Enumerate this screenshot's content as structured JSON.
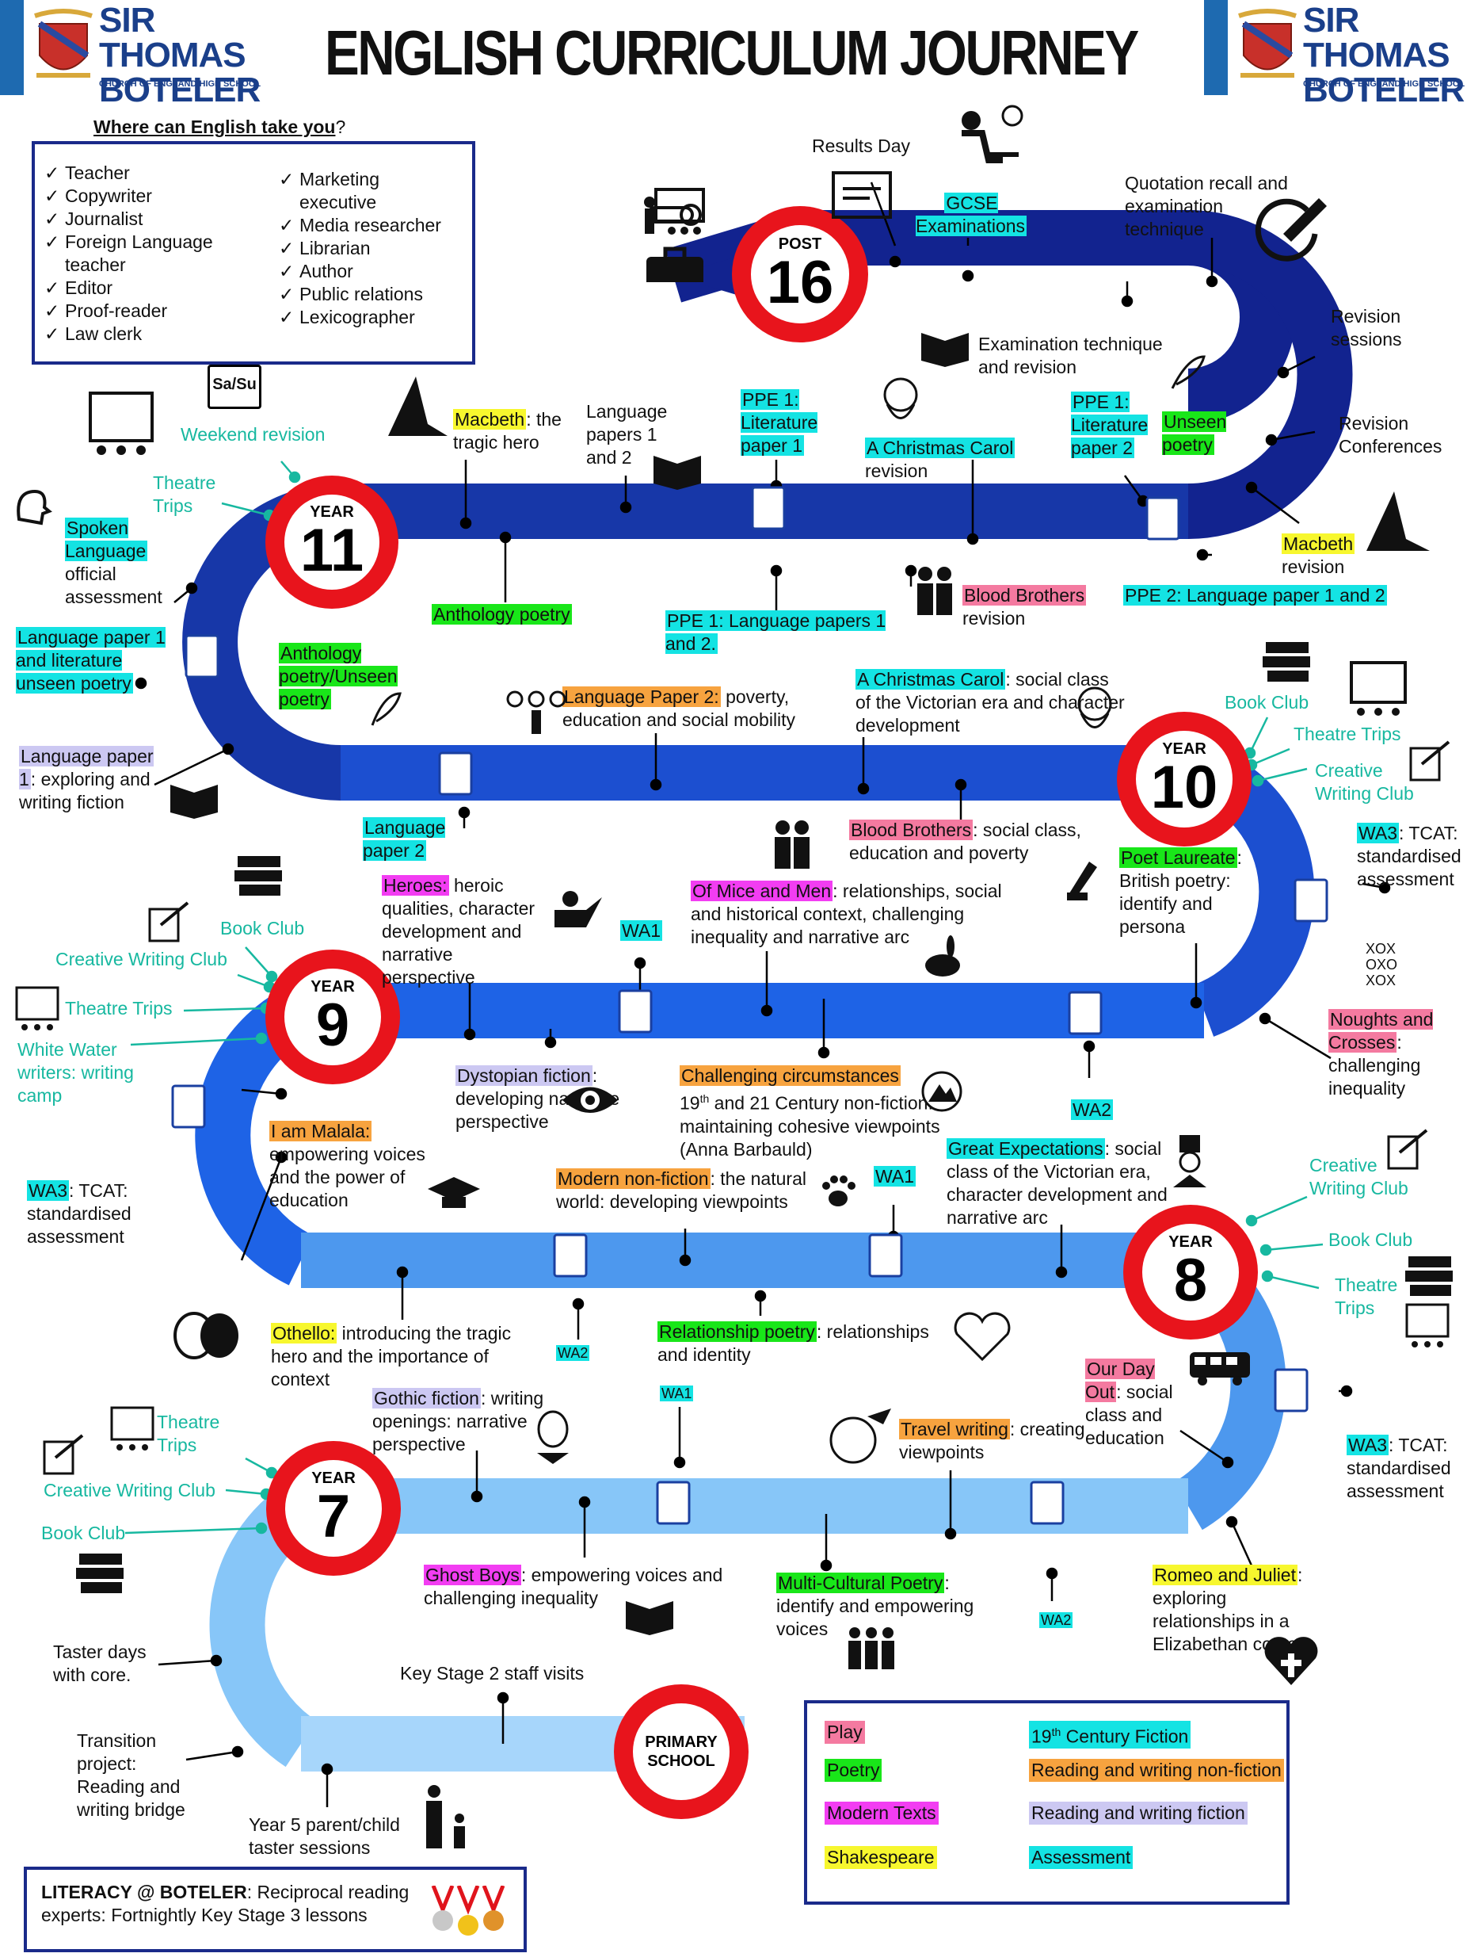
{
  "header": {
    "title": "ENGLISH CURRICULUM JOURNEY",
    "school_name_line1": "SIR THOMAS",
    "school_name_line2": "BOTELER",
    "school_subtitle": "CHURCH OF ENGLAND HIGH SCHOOL"
  },
  "careers": {
    "heading": "Where can English take you",
    "heading_suffix": "?",
    "col1": [
      "Teacher",
      "Copywriter",
      "Journalist",
      "Foreign Language teacher",
      "Editor",
      "Proof-reader",
      "Law clerk"
    ],
    "col2": [
      "Marketing executive",
      "Media researcher",
      "Librarian",
      "Author",
      "Public relations",
      "Lexicographer"
    ]
  },
  "signs": {
    "post16_top": "POST",
    "post16_num": "16",
    "year11_top": "YEAR",
    "year11_num": "11",
    "year10_top": "YEAR",
    "year10_num": "10",
    "year9_top": "YEAR",
    "year9_num": "9",
    "year8_top": "YEAR",
    "year8_num": "8",
    "year7_top": "YEAR",
    "year7_num": "7",
    "primary": "PRIMARY SCHOOL"
  },
  "post16": {
    "results_day": "Results Day",
    "gcse": "GCSE Examinations",
    "quotation": "Quotation recall and examination technique",
    "exam_technique": "Examination technique and revision",
    "revision_sessions": "Revision sessions",
    "revision_conferences": "Revision Conferences"
  },
  "year11": {
    "sasu": "Sa/Su",
    "weekend_revision": "Weekend revision",
    "theatre_trips": "Theatre Trips",
    "macbeth": "Macbeth",
    "macbeth_rest": ": the tragic hero",
    "lang_papers": "Language papers 1 and 2",
    "ppe1_lit": "PPE 1: Literature paper 1",
    "christmas_carol": "A Christmas Carol",
    "christmas_carol_rest": "revision",
    "ppe1_lit2": "PPE 1: Literature paper 2",
    "unseen_poetry": "Unseen poetry",
    "macbeth_rev": "Macbeth",
    "macbeth_rev_rest": "revision",
    "spoken_language": "Spoken Language",
    "spoken_rest": "official assessment",
    "anthology": "Anthology poetry",
    "ppe1_lang": "PPE 1: Language papers 1 and 2.",
    "blood_brothers": "Blood Brothers",
    "blood_brothers_rest": "revision",
    "ppe2": "PPE 2: Language paper 1 and 2"
  },
  "year10": {
    "lang_lit_unseen": "Language paper 1 and literature unseen poetry",
    "anthology_unseen": "Anthology poetry/Unseen poetry",
    "lang_paper2": "Language Paper 2:",
    "lang_paper2_rest": "poverty, education and social mobility",
    "christmas_carol": "A Christmas Carol",
    "christmas_carol_rest": ": social class of the Victorian era and character development",
    "book_club": "Book Club",
    "theatre_trips": "Theatre Trips",
    "creative_writing": "Creative Writing Club",
    "lang_paper1": "Language paper 1",
    "lang_paper1_rest": ": exploring and writing fiction",
    "lang_paper2_label": "Language paper 2",
    "blood_brothers": "Blood Brothers",
    "blood_brothers_rest": ": social class, education and poverty",
    "wa3": "WA3",
    "wa3_rest": ": TCAT: standardised assessment",
    "poet_laureate": "Poet Laureate",
    "poet_laureate_rest": ": British poetry: identify and persona"
  },
  "year9": {
    "book_club": "Book Club",
    "creative_writing": "Creative Writing Club",
    "theatre_trips": "Theatre Trips",
    "white_water": "White Water writers: writing camp",
    "heroes": "Heroes:",
    "heroes_rest": "heroic qualities, character development and narrative perspective",
    "wa1": "WA1",
    "of_mice": "Of Mice and Men",
    "of_mice_rest": ": relationships, social and historical context, challenging inequality and narrative arc",
    "noughts": "Noughts and Crosses",
    "noughts_rest": ": challenging inequality",
    "dystopian": "Dystopian fiction",
    "dystopian_rest": ": developing narrative perspective",
    "challenging": "Challenging circumstances",
    "challenging_rest_a": "19",
    "challenging_sup": "th",
    "challenging_rest_b": " and 21 Century non-fiction: maintaining cohesive viewpoints (Anna Barbauld)",
    "wa2": "WA2",
    "wa3": "WA3",
    "wa3_rest": ": TCAT: standardised assessment",
    "malala": "I am Malala:",
    "malala_rest": "empowering voices and the power of education"
  },
  "year8": {
    "modern_nonfiction": "Modern non-fiction",
    "modern_nonfiction_rest": ": the natural world: developing viewpoints",
    "wa1": "WA1",
    "great_expectations": "Great Expectations",
    "great_expectations_rest": ": social class of the Victorian era, character development and narrative arc",
    "creative_writing": "Creative Writing Club",
    "book_club": "Book Club",
    "theatre_trips": "Theatre Trips",
    "othello": "Othello:",
    "othello_rest": "introducing the tragic hero and the importance of context",
    "wa2": "WA2",
    "relationship_poetry": "Relationship poetry",
    "relationship_poetry_rest": ": relationships and identity",
    "our_day_out": "Our Day Out",
    "our_day_out_rest": ": social class and education",
    "wa3": "WA3",
    "wa3_rest": ": TCAT: standardised assessment"
  },
  "year7": {
    "theatre_trips": "Theatre Trips",
    "creative_writing": "Creative Writing Club",
    "book_club": "Book Club",
    "gothic": "Gothic fiction",
    "gothic_rest": ": writing openings: narrative perspective",
    "wa1": "WA1",
    "travel": "Travel writing",
    "travel_rest": ": creating viewpoints",
    "ghost_boys": "Ghost Boys",
    "ghost_boys_rest": ": empowering voices and challenging inequality",
    "multicultural": "Multi-Cultural Poetry",
    "multicultural_rest": ": identify and empowering voices",
    "wa2": "WA2",
    "romeo": "Romeo and Juliet",
    "romeo_rest": ": exploring relationships in a Elizabethan context"
  },
  "primary": {
    "taster_days": "Taster days with core.",
    "ks2_visits": "Key Stage 2 staff visits",
    "transition": "Transition project: Reading and writing bridge",
    "year5": "Year 5 parent/child taster sessions"
  },
  "literacy": {
    "title": "LITERACY @ BOTELER",
    "text": ": Reciprocal reading experts: Fortnightly Key Stage 3 lessons"
  },
  "legend": {
    "play": "Play",
    "poetry": "Poetry",
    "modern_texts": "Modern Texts",
    "shakespeare": "Shakespeare",
    "c19_fiction": "19th Century Fiction",
    "c19_a": "19",
    "c19_sup": "th",
    "c19_b": " Century Fiction",
    "nonfiction": "Reading and writing non-fiction",
    "fiction": "Reading and writing fiction",
    "assessment": "Assessment"
  },
  "colors": {
    "post16_road": "#12238f",
    "year11_road": "#1737a8",
    "year10_road": "#1c4fd0",
    "year9_road": "#1e63e6",
    "year8_road": "#4d98ee",
    "year7_road": "#87c6f8",
    "sign_red": "#e8141c",
    "teal_text": "#17b8a0",
    "box_border": "#1a2a8a"
  }
}
